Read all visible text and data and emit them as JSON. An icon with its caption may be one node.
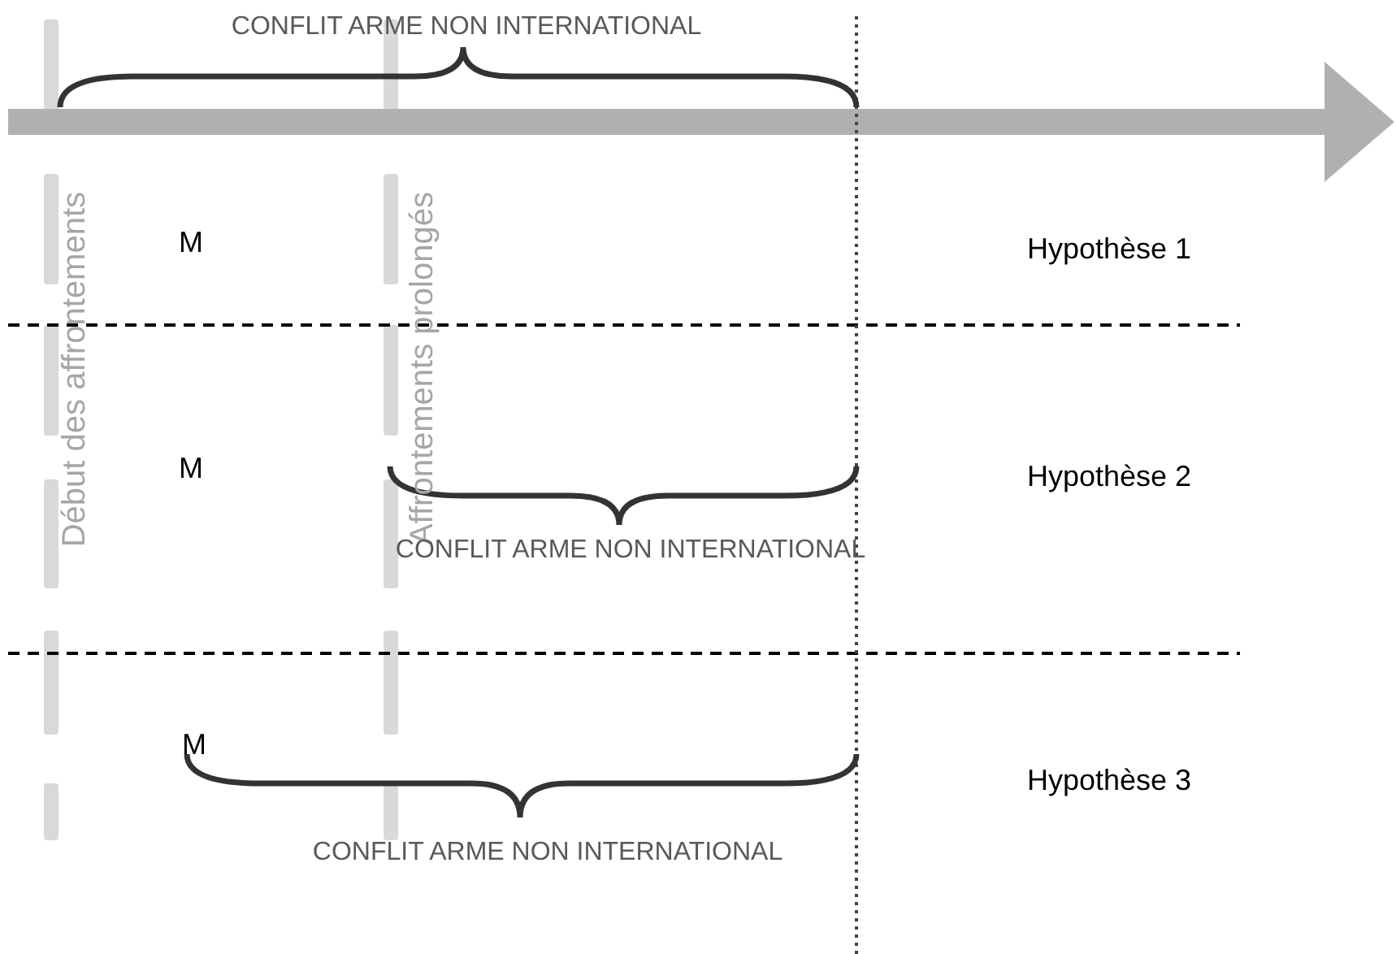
{
  "diagram": {
    "labels": [
      "CONFLIT ARME NON INTERNATIONAL",
      "Début des affrontements",
      "M",
      "Affrontements prolongés",
      "Hypothèse 1",
      "M",
      "Hypothèse 2",
      "CONFLIT ARME NON INTERNATIONAL",
      "M",
      "Hypothèse 3",
      "CONFLIT ARME NON INTERNATIONAL"
    ]
  }
}
